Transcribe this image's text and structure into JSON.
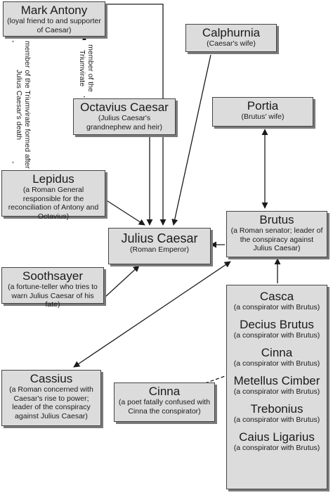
{
  "characters": {
    "mark_antony": {
      "name": "Mark Antony",
      "desc": "(loyal friend to and supporter of Caesar)"
    },
    "calphurnia": {
      "name": "Calphurnia",
      "desc": "(Caesar's wife)"
    },
    "octavius": {
      "name": "Octavius Caesar",
      "desc": "(Julius Caesar's grandnephew and heir)"
    },
    "portia": {
      "name": "Portia",
      "desc": "(Brutus' wife)"
    },
    "lepidus": {
      "name": "Lepidus",
      "desc": "(a Roman General responsible for the reconciliation of Antony and Octavius)"
    },
    "brutus": {
      "name": "Brutus",
      "desc": "(a Roman senator; leader of the conspiracy against Julius Caesar)"
    },
    "julius_caesar": {
      "name": "Julius Caesar",
      "desc": "(Roman Emperor)"
    },
    "soothsayer": {
      "name": "Soothsayer",
      "desc": "(a fortune-teller who tries to warn Julius Caesar of his fate)"
    },
    "cassius": {
      "name": "Cassius",
      "desc": "(a Roman concerned with Caesar's rise to power; leader of the conspiracy against Julius Caesar)"
    },
    "cinna_poet": {
      "name": "Cinna",
      "desc": "(a poet fatally confused with Cinna the conspirator)"
    }
  },
  "conspirators": [
    {
      "name": "Casca",
      "desc": "(a conspirator with Brutus)"
    },
    {
      "name": "Decius Brutus",
      "desc": "(a conspirator with Brutus)"
    },
    {
      "name": "Cinna",
      "desc": "(a conspirator with Brutus)"
    },
    {
      "name": "Metellus Cimber",
      "desc": "(a conspirator with Brutus)"
    },
    {
      "name": "Trebonius",
      "desc": "(a conspirator with Brutus)"
    },
    {
      "name": "Caius Ligarius",
      "desc": "(a conspirator with Brutus)"
    }
  ],
  "relation_labels": {
    "antony_lepidus": "member of the Triumvirate formed after Julius Caesar's death",
    "antony_octavius": "member of the Triumvirate"
  },
  "colors": {
    "box_fill": "#dcdcdc",
    "box_border": "#444444",
    "shadow": "#7a7a7a",
    "line": "#1a1a1a"
  }
}
